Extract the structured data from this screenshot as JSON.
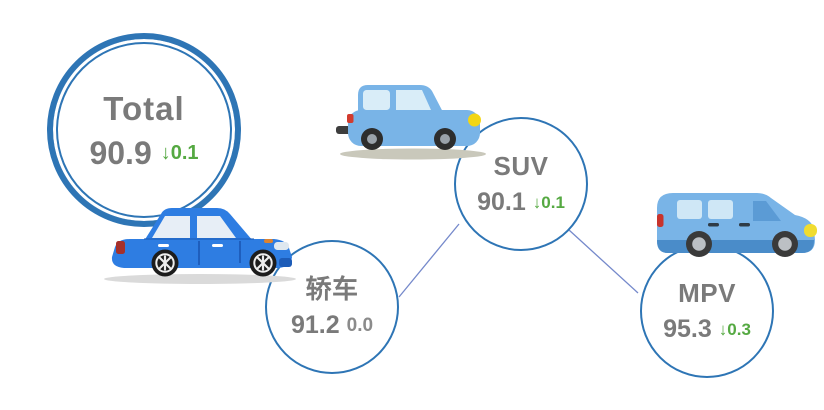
{
  "chart_data": {
    "type": "bubble",
    "title": "",
    "description_colors": {
      "bubble_stroke_blue": "#2e75b5",
      "connector_blue": "#7589cb",
      "text_gray": "#7a7a7a",
      "delta_green": "#55a942",
      "delta_flat_gray": "#8b8b8b"
    },
    "nodes": [
      {
        "id": "total",
        "label": "Total",
        "value": 90.9,
        "value_text": "90.9",
        "change": -0.1,
        "change_text": "↓0.1",
        "style": "large-double-ring"
      },
      {
        "id": "sedan",
        "label": "轿车",
        "value": 91.2,
        "value_text": "91.2",
        "change": 0.0,
        "change_text": "0.0",
        "style": "thin-ring"
      },
      {
        "id": "suv",
        "label": "SUV",
        "value": 90.1,
        "value_text": "90.1",
        "change": -0.1,
        "change_text": "↓0.1",
        "style": "thin-ring"
      },
      {
        "id": "mpv",
        "label": "MPV",
        "value": 95.3,
        "value_text": "95.3",
        "change": -0.3,
        "change_text": "↓0.3",
        "style": "thin-ring"
      }
    ],
    "links": [
      {
        "from": "sedan",
        "to": "suv"
      },
      {
        "from": "suv",
        "to": "mpv"
      }
    ],
    "legend_position": "none",
    "grid": false
  },
  "icons": {
    "sedan_car": "blue-sedan-side-view-illustration",
    "compact_car": "light-blue-compact-car-side-view-illustration",
    "mpv_van": "light-blue-mpv-van-side-view-illustration"
  }
}
